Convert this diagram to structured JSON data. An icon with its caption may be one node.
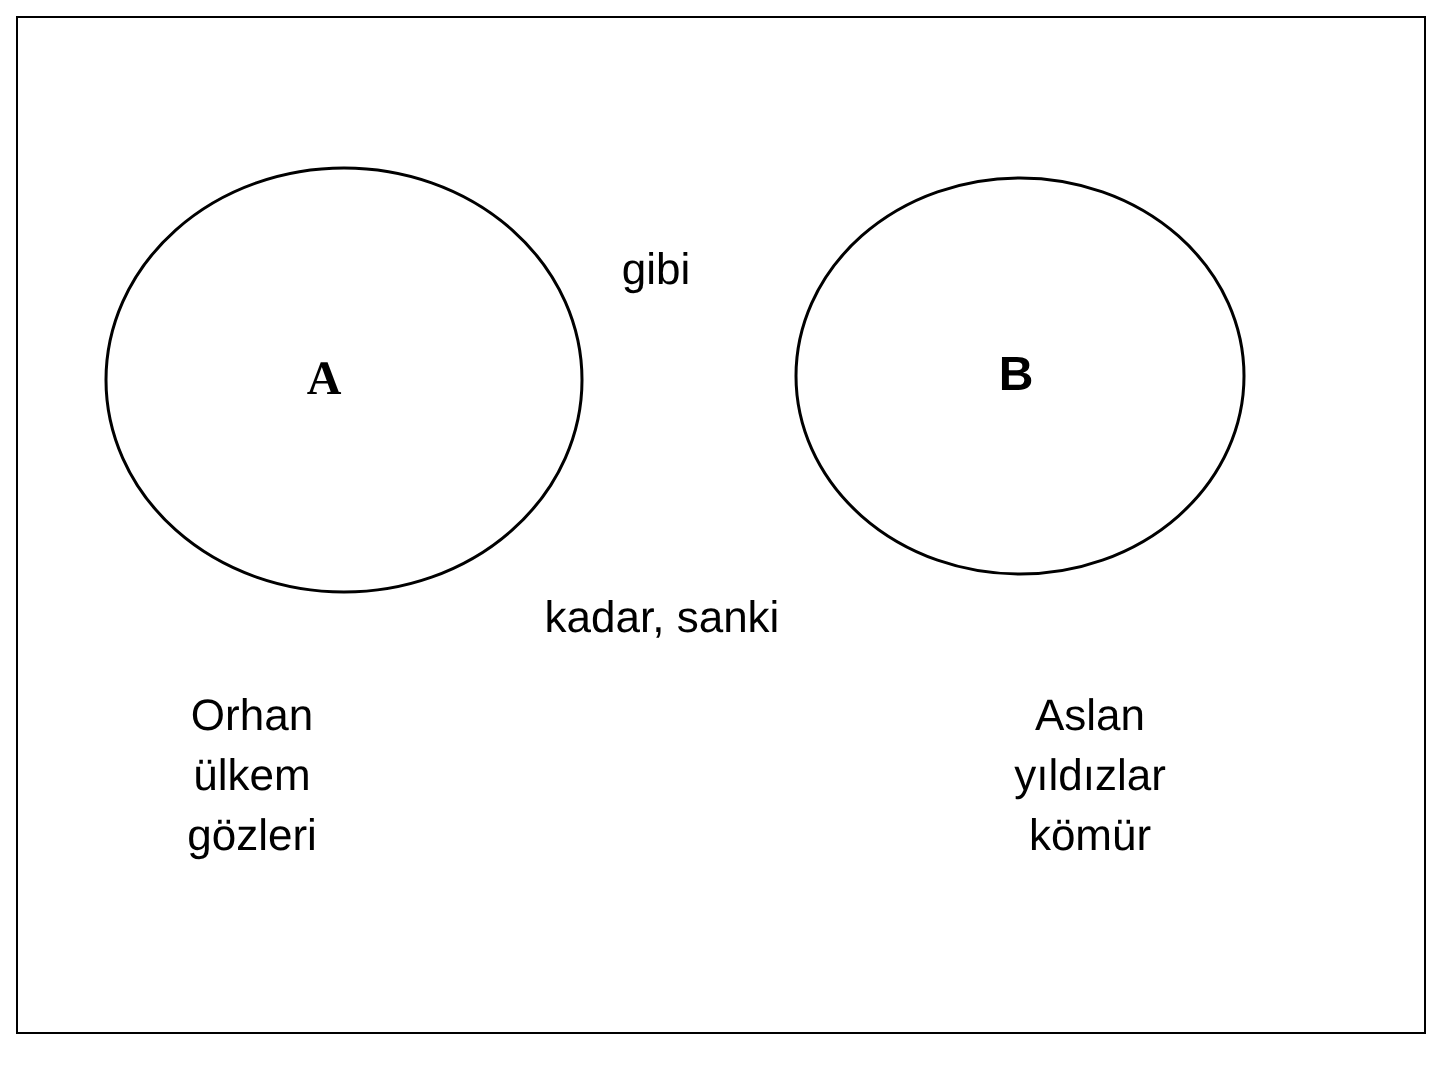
{
  "diagram": {
    "nodes": [
      {
        "text": [
          "A"
        ]
      },
      {
        "text": [
          "B"
        ]
      }
    ],
    "labels": [
      "gibi",
      "kadar, sanki",
      "Orhan",
      "ülkem",
      "gözleri",
      "Aslan",
      "yıldızlar",
      "kömür"
    ]
  }
}
